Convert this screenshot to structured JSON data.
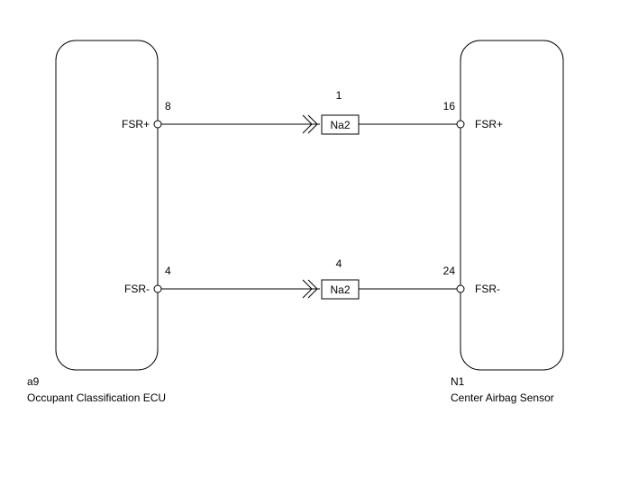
{
  "left_component": {
    "code": "a9",
    "name": "Occupant Classification ECU"
  },
  "right_component": {
    "code": "N1",
    "name": "Center Airbag Sensor"
  },
  "wires": [
    {
      "left_pin": "8",
      "left_signal": "FSR+",
      "connector_pin": "1",
      "connector": "Na2",
      "right_pin": "16",
      "right_signal": "FSR+"
    },
    {
      "left_pin": "4",
      "left_signal": "FSR-",
      "connector_pin": "4",
      "connector": "Na2",
      "right_pin": "24",
      "right_signal": "FSR-"
    }
  ]
}
